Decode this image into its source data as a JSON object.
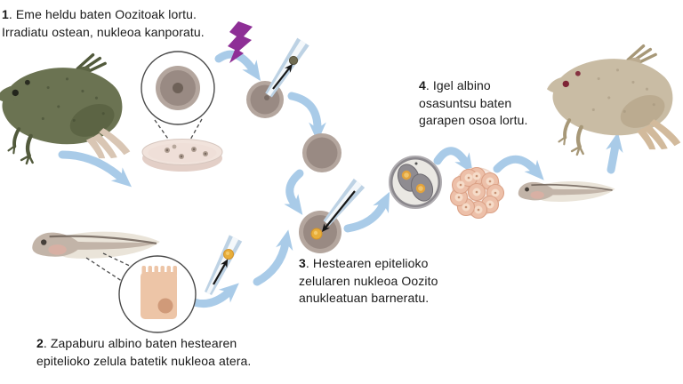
{
  "steps": [
    {
      "num": "1",
      "text": ". Eme heldu baten Oozitoak lortu.\nIrradiatu ostean, nukleoa kanporatu."
    },
    {
      "num": "2",
      "text": ". Zapaburu albino baten hestearen\nepitelioko zelula batetik nukleoa atera."
    },
    {
      "num": "3",
      "text": ". Hestearen epitelioko\nzelularen nukleoa Oozito\nanukleatuan barneratu."
    },
    {
      "num": "4",
      "text": ". Igel albino\nosasuntsu baten\ngarapen osoa lortu."
    }
  ],
  "icons": {
    "lightning": "irradiation-bolt-icon",
    "magnifier_circles": "zoom-callout-circle",
    "pipettes": "micropipette",
    "arrows": "curved-flow-arrow"
  },
  "colors": {
    "background": "#FFFFFF",
    "text": "#1A1A1A",
    "arrow_blue": "#A9CBE8",
    "lightning_purple": "#8E2F96",
    "callout_stroke": "#4A4A4A",
    "oocyte_outer": "#B4A69E",
    "oocyte_inner": "#998A83",
    "oocyte_nucleus": "#6E6158",
    "donor_nucleus_yellow": "#E8AE3A",
    "embryo_nucleus_orange": "#E2A23C",
    "morula_cell": "#EDC0A9",
    "petri_dish": "#EFDFD8",
    "green_frog": "#6B7352",
    "green_frog_leg": "#5C6444",
    "albino_frog": "#C9BCA4",
    "albino_frog_leg": "#BBAB90",
    "albino_eye_red": "#7E2436",
    "tadpole_body": "#C2B4A8",
    "epithelial_cell": "#EDC5A7",
    "epithelial_nucleus": "#D09A79",
    "pipette_blue": "#BDD2E4"
  }
}
